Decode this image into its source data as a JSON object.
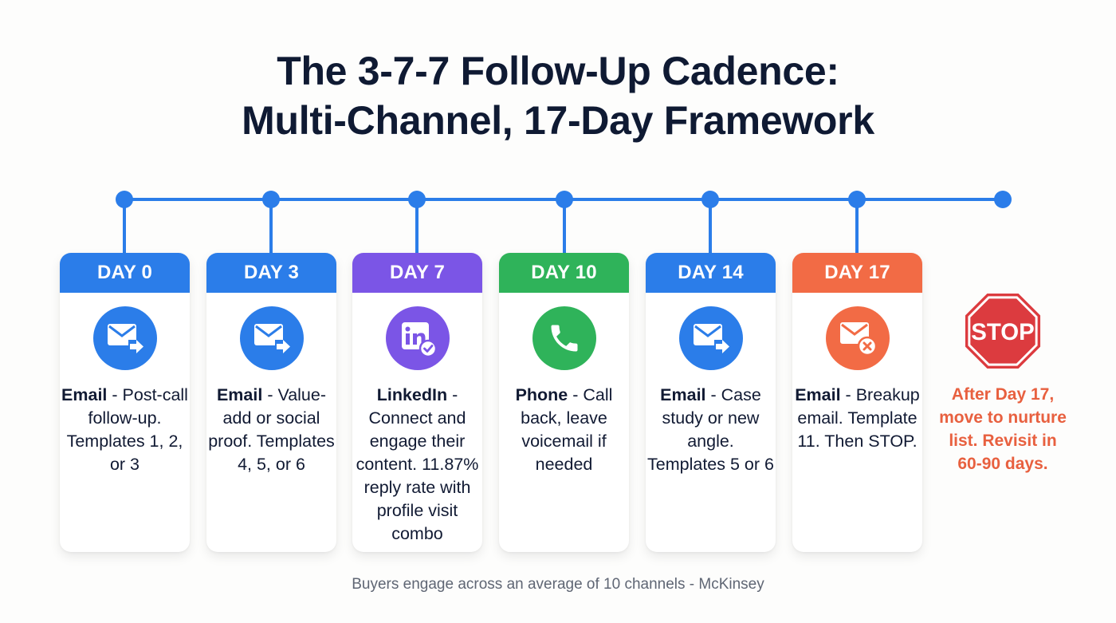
{
  "title": {
    "line1": "The 3-7-7 Follow-Up Cadence:",
    "line2": "Multi-Channel, 17-Day Framework"
  },
  "colors": {
    "timeline": "#2b7de9",
    "email_blue": "#2b7de9",
    "linkedin_purple": "#7b55e6",
    "phone_green": "#2fb35a",
    "breakup_orange": "#f26b45",
    "stop_red": "#dc3b3f",
    "stop_text": "#e8603f"
  },
  "steps": [
    {
      "day": "DAY 0",
      "channel": "Email",
      "separator": " - ",
      "description": "Post-call follow-up. Templates 1, 2, or 3",
      "icon": "email-send-icon",
      "color": "#2b7de9"
    },
    {
      "day": "DAY 3",
      "channel": "Email",
      "separator": " - ",
      "description": "Value-add or social proof. Templates 4, 5, or 6",
      "icon": "email-send-icon",
      "color": "#2b7de9"
    },
    {
      "day": "DAY 7",
      "channel": "LinkedIn",
      "separator": " - ",
      "description": "Connect and engage their content. 11.87% reply rate with profile visit combo",
      "icon": "linkedin-check-icon",
      "color": "#7b55e6"
    },
    {
      "day": "DAY 10",
      "channel": "Phone",
      "separator": " - ",
      "description": "Call back, leave voicemail if needed",
      "icon": "phone-icon",
      "color": "#2fb35a"
    },
    {
      "day": "DAY 14",
      "channel": "Email",
      "separator": " - ",
      "description": "Case study or new angle. Templates 5 or 6",
      "icon": "email-send-icon",
      "color": "#2b7de9"
    },
    {
      "day": "DAY 17",
      "channel": "Email",
      "separator": " - ",
      "description": "Breakup email. Template 11. Then STOP.",
      "icon": "email-cancel-icon",
      "color": "#f26b45"
    }
  ],
  "stop": {
    "sign_label": "STOP",
    "note": "After Day 17, move to nurture list. Revisit in 60-90 days."
  },
  "footnote": "Buyers engage across an average of 10 channels - McKinsey"
}
